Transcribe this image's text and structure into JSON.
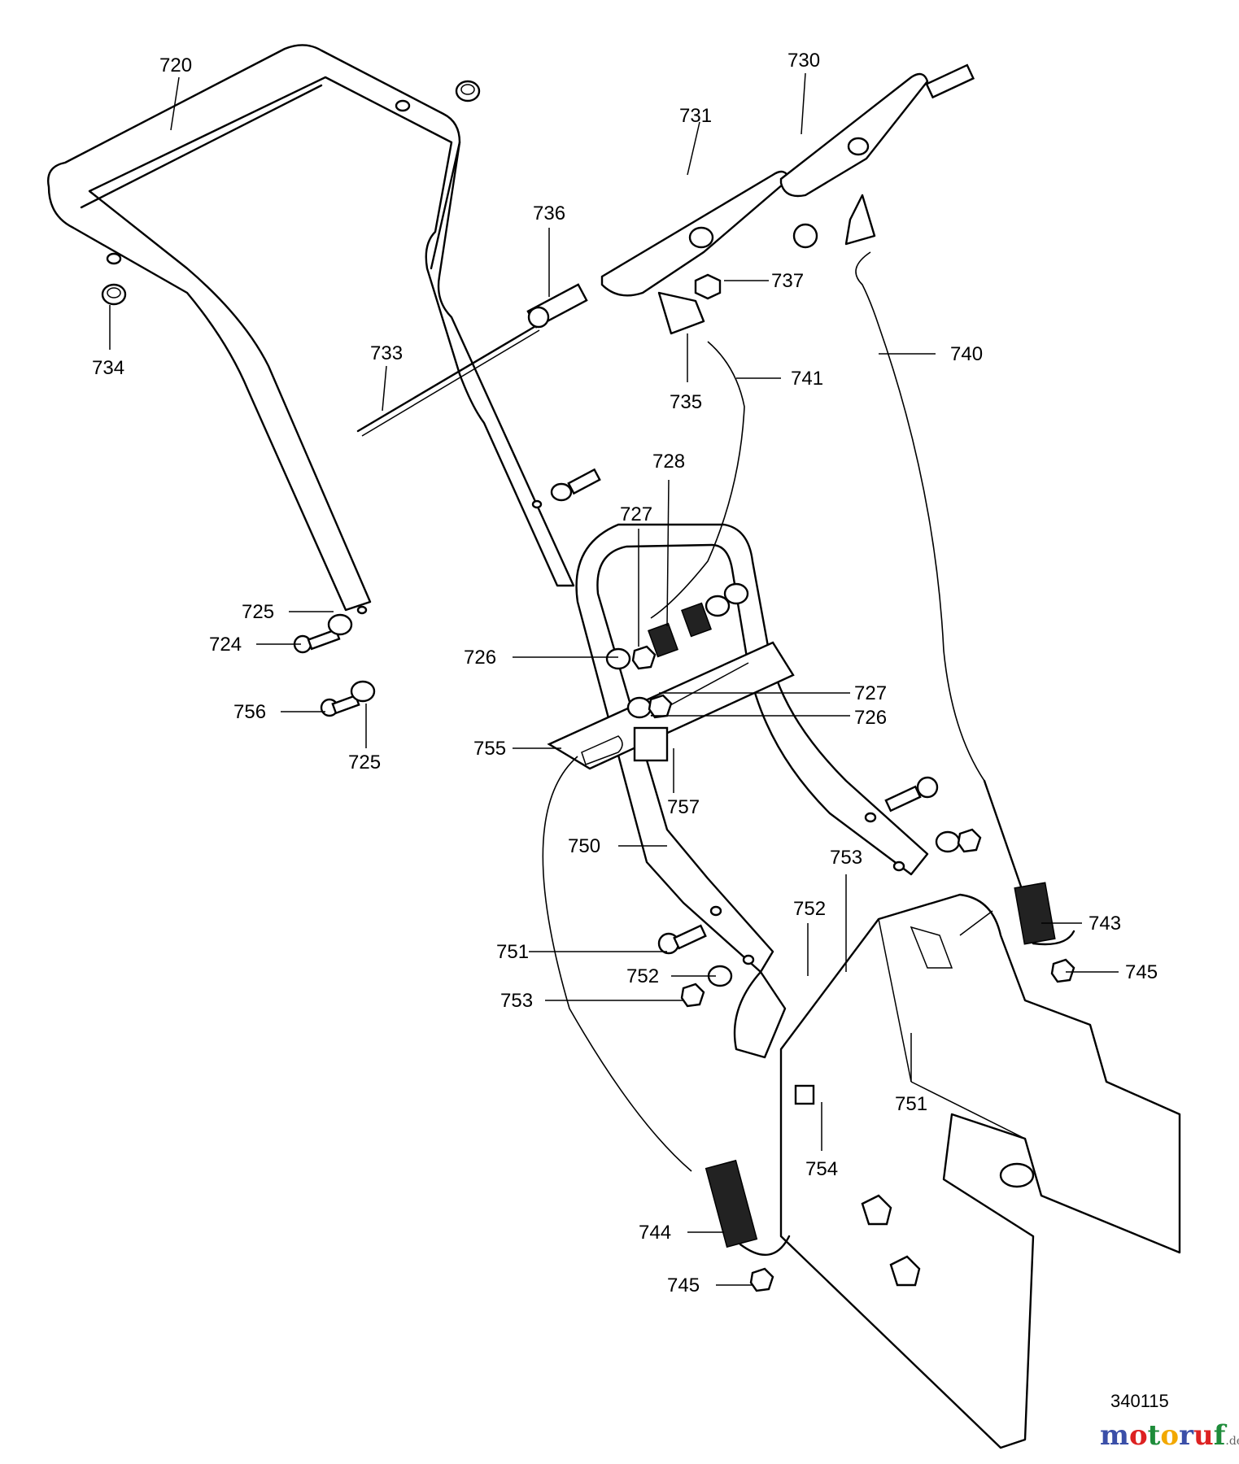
{
  "drawing_number": "340115",
  "watermark": {
    "m": "m",
    "o1": "o",
    "t": "t",
    "o2": "o",
    "r": "r",
    "u": "u",
    "f": "f",
    "de": ".de"
  },
  "colors": {
    "line": "#000000",
    "background": "#ffffff",
    "watermark_blue": "#3b4fa8",
    "watermark_red": "#dd2222",
    "watermark_green": "#1e8c3a",
    "watermark_yellow": "#f2a800"
  },
  "callouts": [
    {
      "label": "720"
    },
    {
      "label": "730"
    },
    {
      "label": "731"
    },
    {
      "label": "736"
    },
    {
      "label": "737"
    },
    {
      "label": "734"
    },
    {
      "label": "733"
    },
    {
      "label": "740"
    },
    {
      "label": "741"
    },
    {
      "label": "735"
    },
    {
      "label": "728"
    },
    {
      "label": "727"
    },
    {
      "label": "725"
    },
    {
      "label": "724"
    },
    {
      "label": "726"
    },
    {
      "label": "756"
    },
    {
      "label": "725"
    },
    {
      "label": "727"
    },
    {
      "label": "726"
    },
    {
      "label": "755"
    },
    {
      "label": "757"
    },
    {
      "label": "750"
    },
    {
      "label": "753"
    },
    {
      "label": "752"
    },
    {
      "label": "743"
    },
    {
      "label": "751"
    },
    {
      "label": "745"
    },
    {
      "label": "752"
    },
    {
      "label": "753"
    },
    {
      "label": "751"
    },
    {
      "label": "754"
    },
    {
      "label": "744"
    },
    {
      "label": "745"
    }
  ]
}
